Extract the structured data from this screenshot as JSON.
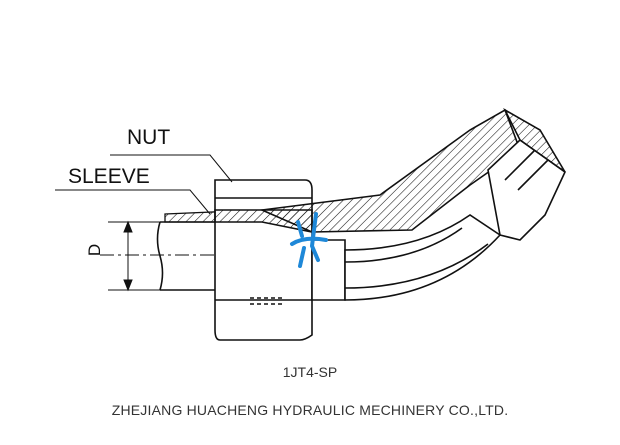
{
  "diagram": {
    "labels": {
      "nut": "NUT",
      "sleeve": "SLEEVE",
      "diameter": "D"
    },
    "part_code": "1JT4-SP",
    "company": "ZHEJIANG HUACHENG HYDRAULIC MECHINERY CO.,LTD.",
    "colors": {
      "line": "#111111",
      "watermark": "#1e88d8"
    },
    "watermark_icon": "huacheng-logo-icon"
  }
}
